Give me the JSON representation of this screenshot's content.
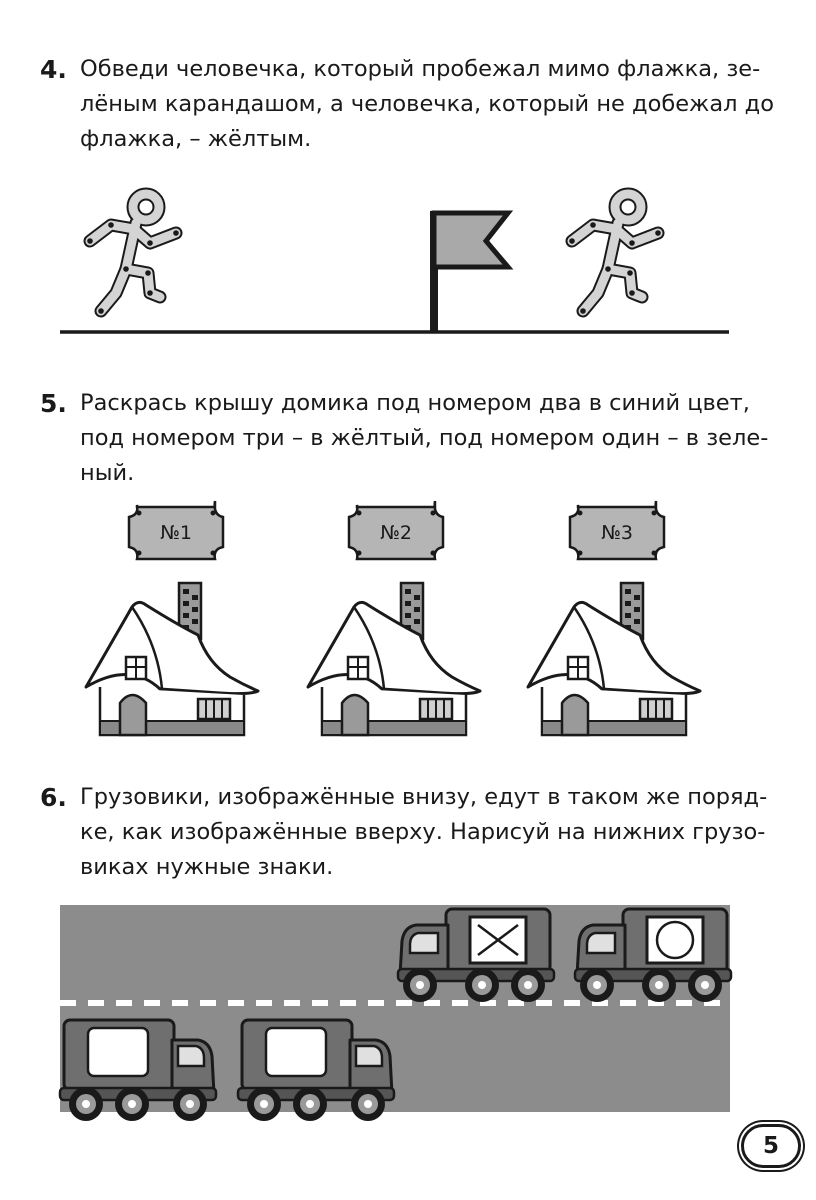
{
  "tasks": [
    {
      "number": "4.",
      "lines": [
        "Обведи человечка, который пробежал мимо флажка, зе-",
        "лёным карандашом, а человечка, который не добежал до",
        "флажка, – жёлтым."
      ]
    },
    {
      "number": "5.",
      "lines": [
        "Раскрась крышу домика под номером два в синий цвет,",
        "под номером три – в жёлтый, под номером один – в зеле-",
        "ный."
      ],
      "house_labels": [
        "№1",
        "№2",
        "№3"
      ]
    },
    {
      "number": "6.",
      "lines": [
        "Грузовики, изображённые внизу, едут в таком же поряд-",
        "ке, как изображённые вверху. Нарисуй на нижних грузо-",
        "виках нужные знаки."
      ]
    }
  ],
  "page_number": "5",
  "colors": {
    "ink": "#1a1a1a",
    "figure_gray": "#d4d4d4",
    "flag_gray": "#a9a9a9",
    "plaque_gray": "#b5b5b5",
    "road_gray": "#8c8c8c",
    "truck_gray": "#6f6f6f"
  }
}
